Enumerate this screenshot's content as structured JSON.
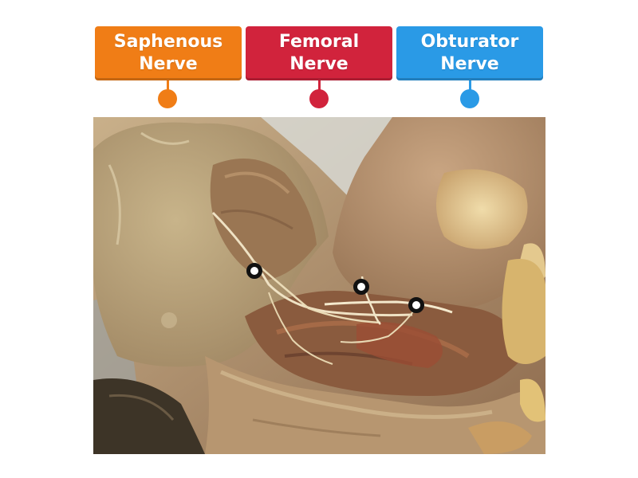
{
  "labels": [
    {
      "text": "Saphenous\nNerve",
      "color": "#f07d16"
    },
    {
      "text": "Femoral\nNerve",
      "color": "#d1233c"
    },
    {
      "text": "Obturator\nNerve",
      "color": "#2a9ae6"
    }
  ],
  "photo": {
    "icon": "dissection-photo"
  },
  "hotspots": [
    {
      "icon": "target-marker"
    },
    {
      "icon": "target-marker"
    },
    {
      "icon": "target-marker"
    }
  ]
}
